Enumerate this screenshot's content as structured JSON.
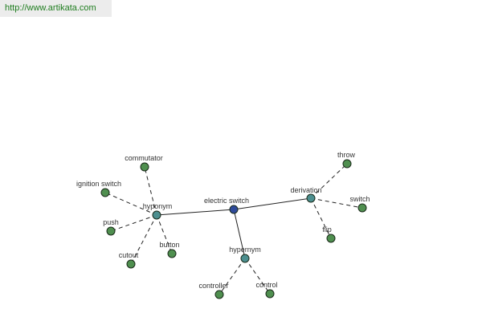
{
  "header": {
    "url": "http://www.artikata.com"
  },
  "graph": {
    "colors": {
      "root": "#2e4a9a",
      "relation": "#4c8f8f",
      "leaf": "#4f8f4f"
    },
    "nodes": [
      {
        "id": "electric-switch",
        "label": "electric switch",
        "kind": "root"
      },
      {
        "id": "hyponym",
        "label": "hyponym",
        "kind": "relation"
      },
      {
        "id": "derivation",
        "label": "derivation",
        "kind": "relation"
      },
      {
        "id": "hypernym",
        "label": "hypernym",
        "kind": "relation"
      },
      {
        "id": "commutator",
        "label": "commutator",
        "kind": "leaf"
      },
      {
        "id": "ignition-switch",
        "label": "ignition switch",
        "kind": "leaf"
      },
      {
        "id": "push",
        "label": "push",
        "kind": "leaf"
      },
      {
        "id": "cutout",
        "label": "cutout",
        "kind": "leaf"
      },
      {
        "id": "button",
        "label": "button",
        "kind": "leaf"
      },
      {
        "id": "throw",
        "label": "throw",
        "kind": "leaf"
      },
      {
        "id": "switch",
        "label": "switch",
        "kind": "leaf"
      },
      {
        "id": "flip",
        "label": "flip",
        "kind": "leaf"
      },
      {
        "id": "controller",
        "label": "controller",
        "kind": "leaf"
      },
      {
        "id": "control",
        "label": "control",
        "kind": "leaf"
      }
    ],
    "edges": [
      {
        "from": "electric-switch",
        "to": "hyponym",
        "style": "solid"
      },
      {
        "from": "electric-switch",
        "to": "derivation",
        "style": "solid"
      },
      {
        "from": "electric-switch",
        "to": "hypernym",
        "style": "solid"
      },
      {
        "from": "hyponym",
        "to": "commutator",
        "style": "dashed"
      },
      {
        "from": "hyponym",
        "to": "ignition-switch",
        "style": "dashed"
      },
      {
        "from": "hyponym",
        "to": "push",
        "style": "dashed"
      },
      {
        "from": "hyponym",
        "to": "cutout",
        "style": "dashed"
      },
      {
        "from": "hyponym",
        "to": "button",
        "style": "dashed"
      },
      {
        "from": "derivation",
        "to": "throw",
        "style": "dashed"
      },
      {
        "from": "derivation",
        "to": "switch",
        "style": "dashed"
      },
      {
        "from": "derivation",
        "to": "flip",
        "style": "dashed"
      },
      {
        "from": "hypernym",
        "to": "controller",
        "style": "dashed"
      },
      {
        "from": "hypernym",
        "to": "control",
        "style": "dashed"
      }
    ]
  }
}
